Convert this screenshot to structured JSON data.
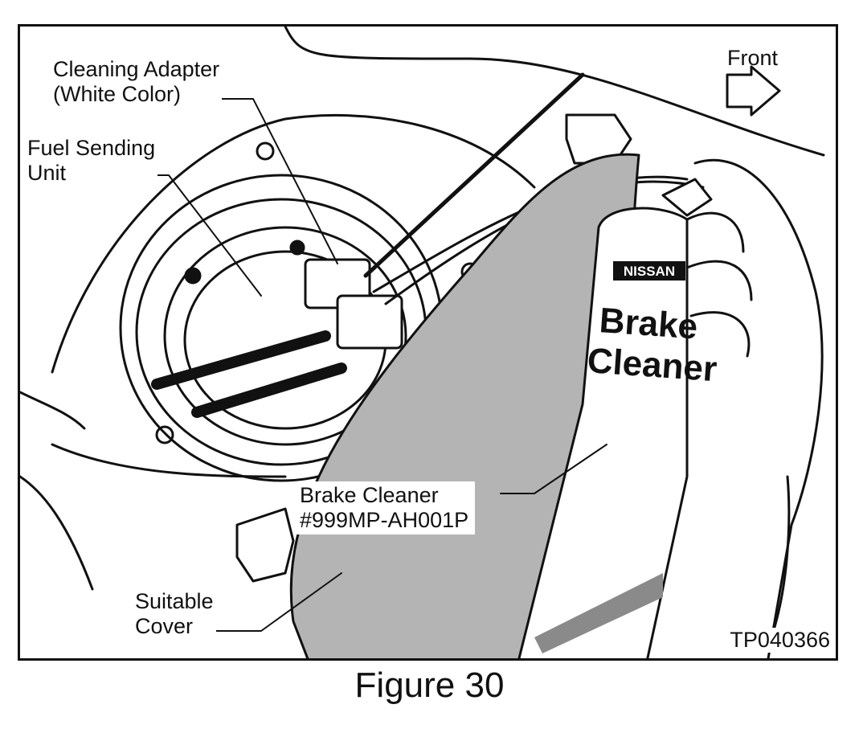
{
  "labels": {
    "cleaning_adapter_line1": "Cleaning Adapter",
    "cleaning_adapter_line2": "(White Color)",
    "fuel_sending_unit_line1": "Fuel Sending",
    "fuel_sending_unit_line2": "Unit",
    "front": "Front",
    "brake_cleaner_line1": "Brake Cleaner",
    "brake_cleaner_line2": "#999MP-AH001P",
    "suitable_cover_line1": "Suitable",
    "suitable_cover_line2": "Cover",
    "figure_code": "TP040366"
  },
  "can_text": {
    "brand": "NISSAN",
    "line1": "Brake",
    "line2": "Cleaner"
  },
  "caption": "Figure 30",
  "colors": {
    "line": "#111111",
    "cover_fill": "#b4b4b4",
    "can_stripe": "#8a8a8a"
  }
}
